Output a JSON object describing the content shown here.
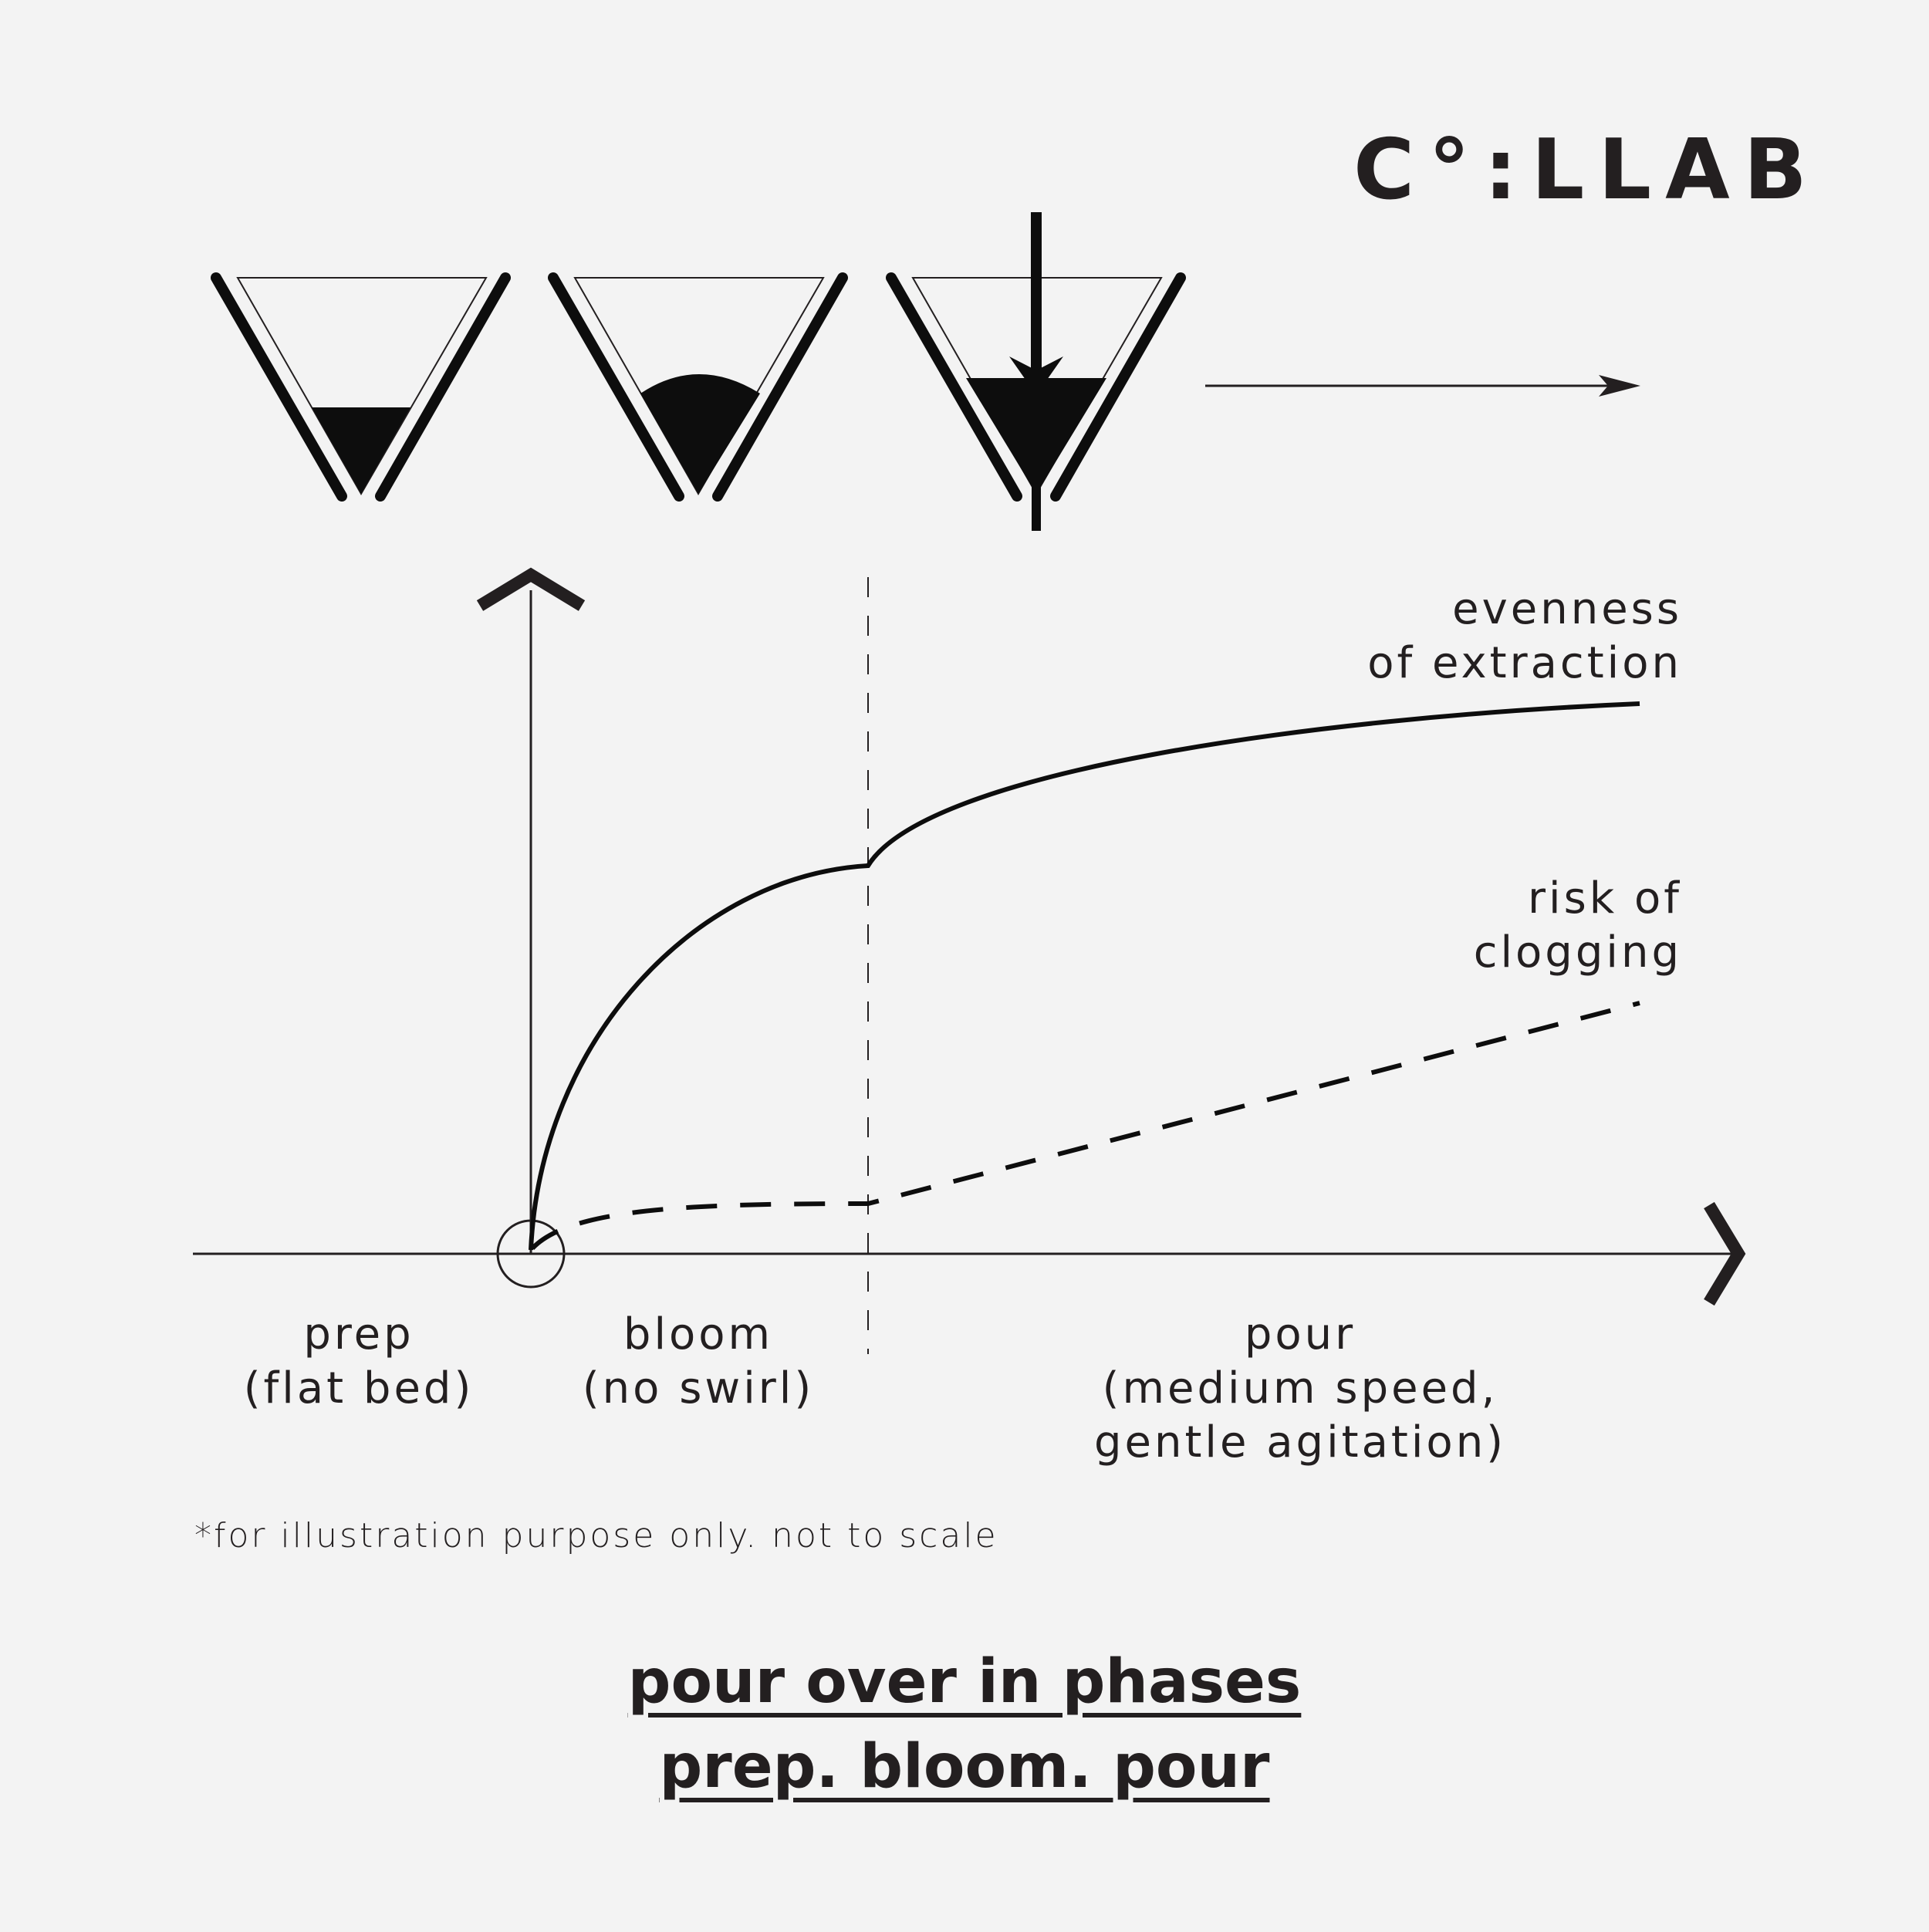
{
  "brand": {
    "logo_text": "C°:LLAB"
  },
  "diagram": {
    "phases": [
      {
        "line1": "prep",
        "line2": "(flat bed)"
      },
      {
        "line1": "bloom",
        "line2": "(no swirl)"
      },
      {
        "line1": "pour",
        "line2": "(medium speed,",
        "line3": "gentle agitation)"
      }
    ],
    "curves": {
      "extraction": {
        "line1": "evenness",
        "line2": "of extraction"
      },
      "clogging": {
        "line1": "risk of",
        "line2": "clogging"
      }
    },
    "footnote": "*for illustration purpose only. not to scale"
  },
  "title": {
    "line1": "pour over in phases",
    "line2": "prep. bloom. pour"
  },
  "colors": {
    "ink": "#231f20",
    "background": "#f3f3f3"
  }
}
